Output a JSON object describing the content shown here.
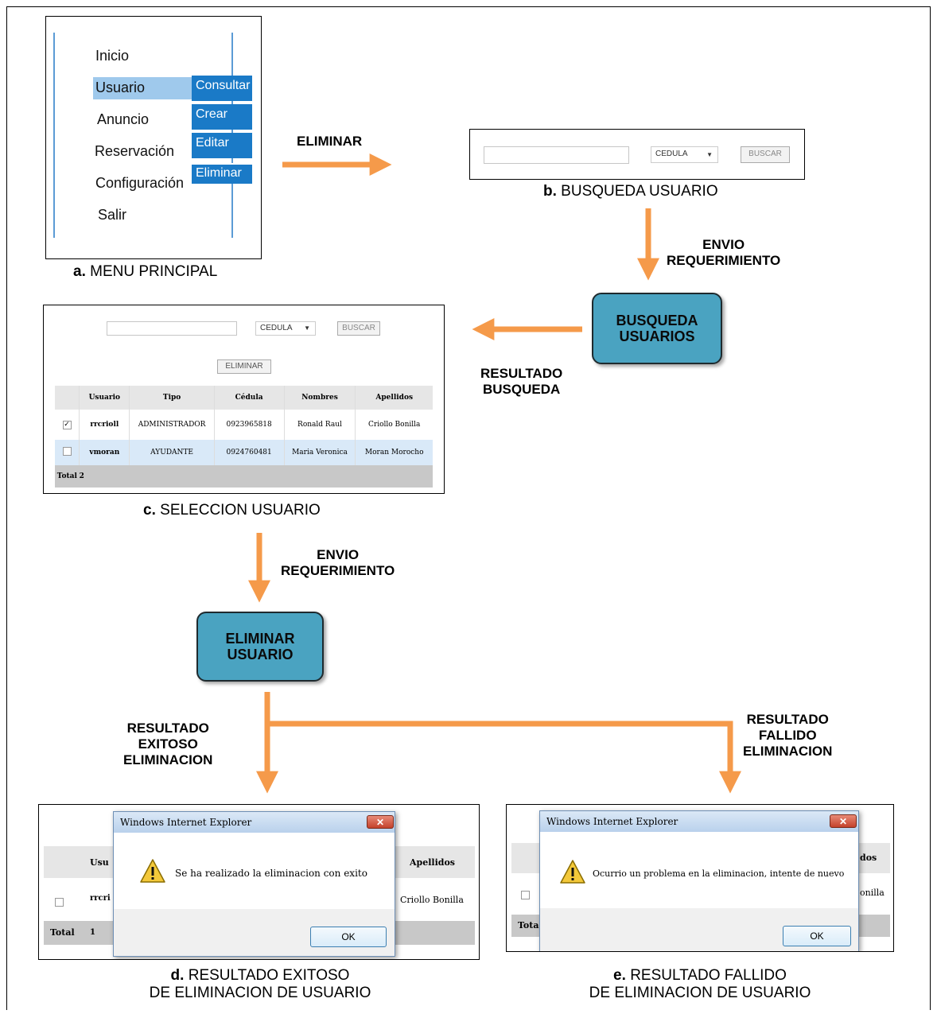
{
  "panel_a": {
    "menu": [
      "Inicio",
      "Usuario",
      "Anuncio",
      "Reservación",
      "Configuración",
      "Salir"
    ],
    "submenu": [
      "Consultar",
      "Crear",
      "Editar",
      "Eliminar"
    ],
    "caption_prefix": "a.",
    "caption": "MENU PRINCIPAL"
  },
  "arrow_label_eliminar": "ELIMINAR",
  "panel_b": {
    "select": "CEDULA",
    "button": "BUSCAR",
    "caption_prefix": "b.",
    "caption": "BUSQUEDA USUARIO"
  },
  "label_envio_1": [
    "ENVIO",
    "REQUERIMIENTO"
  ],
  "process_busqueda": [
    "BUSQUEDA",
    "USUARIOS"
  ],
  "label_resultado_busqueda": [
    "RESULTADO",
    "BUSQUEDA"
  ],
  "panel_c": {
    "select": "CEDULA",
    "search_button": "BUSCAR",
    "delete_button": "ELIMINAR",
    "columns": [
      "Usuario",
      "Tipo",
      "Cédula",
      "Nombres",
      "Apellidos"
    ],
    "rows": [
      {
        "checked": true,
        "usuario": "rrcrioll",
        "tipo": "ADMINISTRADOR",
        "cedula": "0923965818",
        "nombres": "Ronald Raul",
        "apellidos": "Criollo Bonilla"
      },
      {
        "checked": false,
        "usuario": "vmoran",
        "tipo": "AYUDANTE",
        "cedula": "0924760481",
        "nombres": "Maria Veronica",
        "apellidos": "Moran Morocho"
      }
    ],
    "total_label": "Total",
    "total_value": "2",
    "caption_prefix": "c.",
    "caption": "SELECCION USUARIO"
  },
  "label_envio_2": [
    "ENVIO",
    "REQUERIMIENTO"
  ],
  "process_eliminar": [
    "ELIMINAR",
    "USUARIO"
  ],
  "label_exitoso": [
    "RESULTADO",
    "EXITOSO",
    "ELIMINACION"
  ],
  "label_fallido": [
    "RESULTADO",
    "FALLIDO",
    "ELIMINACION"
  ],
  "panel_d": {
    "dialog_title": "Windows Internet Explorer",
    "message": "Se ha realizado la eliminacion con exito",
    "ok": "OK",
    "bg_header_left": "Usu",
    "bg_header_right": "Apellidos",
    "bg_row_user": "rrcri",
    "bg_row_apellidos": "Criollo Bonilla",
    "bg_total_label": "Total",
    "bg_total_value": "1",
    "caption_prefix": "d.",
    "caption_line1": "RESULTADO EXITOSO",
    "caption_line2": "DE ELIMINACION DE USUARIO"
  },
  "panel_e": {
    "dialog_title": "Windows Internet Explorer",
    "message": "Ocurrio un problema en la eliminacion, intente de nuevo",
    "ok": "OK",
    "bg_header_right": "dos",
    "bg_row_apellidos": "onilla",
    "bg_total_label": "Tota",
    "caption_prefix": "e.",
    "caption_line1": "RESULTADO FALLIDO",
    "caption_line2": "DE ELIMINACION DE USUARIO"
  },
  "colors": {
    "arrow": "#f59a4a",
    "process": "#4aa3c1",
    "menu_highlight": "#9fc9ec",
    "submenu": "#1a7ac7"
  }
}
